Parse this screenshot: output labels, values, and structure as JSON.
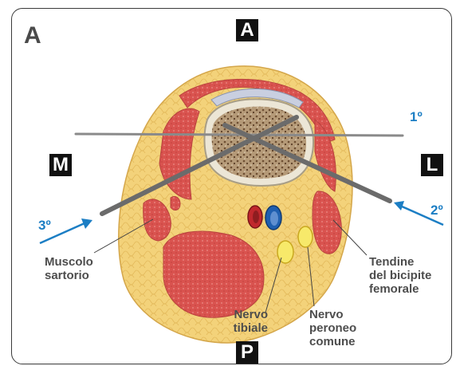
{
  "panel_label": "A",
  "orientation": {
    "anterior": "A",
    "posterior": "P",
    "medial": "M",
    "lateral": "L"
  },
  "approaches": [
    {
      "label": "1º"
    },
    {
      "label": "2º"
    },
    {
      "label": "3º"
    }
  ],
  "structures": {
    "sartorius": [
      "Muscolo",
      "sartorio"
    ],
    "biceps_tendon": [
      "Tendine",
      "del bicipite",
      "femorale"
    ],
    "tibial_nerve": [
      "Nervo",
      "tibiale"
    ],
    "peroneal_nerve": [
      "Nervo",
      "peroneo",
      "comune"
    ]
  },
  "colors": {
    "fat": "#f3d27a",
    "muscle": "#d9534f",
    "bone_cortex": "#ece6d6",
    "bone_marrow": "#8b6a4a",
    "nerve": "#f7e96a",
    "artery": "#c0282d",
    "vein": "#1f5fb0",
    "arrow": "#1c7ec4",
    "needle": "#6b6b6b"
  }
}
